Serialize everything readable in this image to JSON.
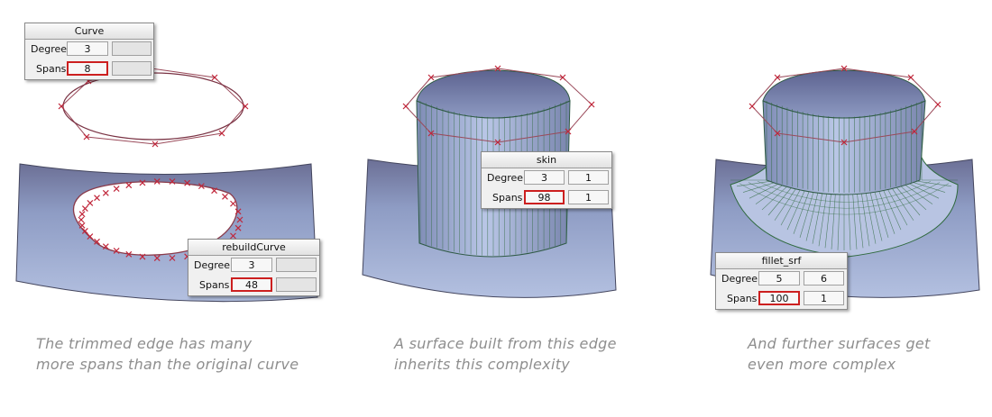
{
  "panels": {
    "curve": {
      "title": "Curve",
      "degree_label": "Degree",
      "degree_value": "3",
      "spans_label": "Spans",
      "spans_value": "8"
    },
    "rebuild": {
      "title": "rebuildCurve",
      "degree_label": "Degree",
      "degree_value": "3",
      "spans_label": "Spans",
      "spans_value": "48"
    },
    "skin": {
      "title": "skin",
      "degree_label": "Degree",
      "degree_value": "3",
      "degree_value_2": "1",
      "spans_label": "Spans",
      "spans_value": "98",
      "spans_value_2": "1"
    },
    "fillet": {
      "title": "fillet_srf",
      "degree_label": "Degree",
      "degree_value": "5",
      "degree_value_2": "6",
      "spans_label": "Spans",
      "spans_value": "100",
      "spans_value_2": "1"
    }
  },
  "captions": {
    "left": [
      "The trimmed edge has many",
      "more spans than the original curve"
    ],
    "middle": [
      "A surface built from this edge",
      "inherits this complexity"
    ],
    "right": [
      "And further surfaces get",
      "even more complex"
    ]
  },
  "colors": {
    "surface": "#a9b6d6",
    "surface_dark": "#55577a",
    "curve_line": "#8a3a4a",
    "cv_marker": "#c0263a",
    "iso_line": "#2f6a3e",
    "highlight": "#cc1f1f",
    "caption_text": "#8e8e8e"
  }
}
